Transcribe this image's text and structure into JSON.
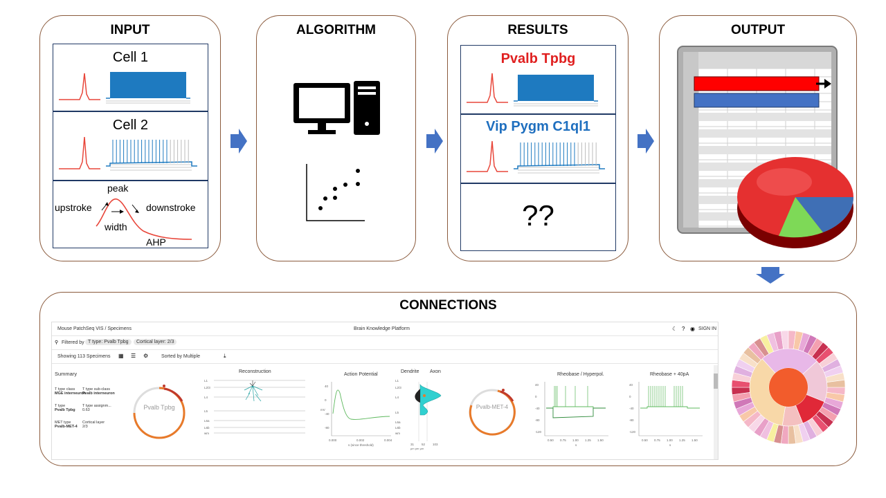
{
  "panels": {
    "input": "INPUT",
    "algorithm": "ALGORITHM",
    "results": "RESULTS",
    "output": "OUTPUT",
    "connections": "CONNECTIONS"
  },
  "input": {
    "cell1": "Cell 1",
    "cell2": "Cell 2",
    "features": {
      "peak": "peak",
      "upstroke": "upstroke",
      "downstroke": "downstroke",
      "width": "width",
      "ahp": "AHP"
    }
  },
  "results": {
    "type1": "Pvalb Tpbg",
    "type2": "Vip Pygm C1ql1",
    "unknown": "??",
    "type1_color": "#e02020",
    "type2_color": "#1f6fbf"
  },
  "colors": {
    "trace_red": "#e8463a",
    "trace_blue": "#1e7ac0",
    "panel_border": "#8a5a3c",
    "arrow_blue": "#4472c4"
  },
  "screenshot": {
    "breadcrumb": "Mouse PatchSeq VIS  /  Specimens",
    "platform": "Brain Knowledge Platform",
    "sign_in": "SIGN IN",
    "filtered_by": "Filtered by",
    "filter1": "T type: Pvalb Tpbg",
    "filter2": "Cortical layer: 2/3",
    "showing": "Showing 113 Specimens",
    "sorted_by": "Sorted by Multiple",
    "summary": "Summary",
    "ttype_class_label": "T type class",
    "ttype_class": "MGE interneuron",
    "ttype_subclass_label": "T type sub-class",
    "ttype_subclass": "Pvalb interneuron",
    "ttype_label": "T type",
    "ttype": "Pvalb Tpbg",
    "ttype_assign_label": "T type assignm...",
    "ttype_assign": "0.63",
    "met_label": "MET type",
    "met": "Pvalb-MET-4",
    "layer_label": "Cortical layer",
    "layer": "2/3",
    "donut1": "Pvalb Tpbg",
    "donut2": "Pvalb-MET-4",
    "reconstruction": "Reconstruction",
    "action_potential": "Action Potential",
    "dendrite": "Dendrite",
    "axon": "Axon",
    "rheo_hyper": "Rheobase / Hyperpol.",
    "rheo_40": "Rheobase + 40pA",
    "layers": [
      "L1",
      "L2/3",
      "L4",
      "L5",
      "L6a",
      "L6b",
      "wm"
    ],
    "ap_ticks_x": [
      "0.000",
      "0.002",
      "0.004"
    ],
    "ap_ticks_y": [
      "40",
      "0",
      "-40",
      "-80"
    ],
    "ap_xlabel": "s (since threshold)",
    "ap_ylabel": "mV",
    "rh_ticks_x": [
      "0.50",
      "0.75",
      "1.00",
      "1.25",
      "1.50"
    ],
    "rh_ticks_y": [
      "40",
      "0",
      "-40",
      "-80",
      "-120"
    ],
    "rh_xlabel": "s",
    "dend_ticks": [
      "31",
      "52",
      "103"
    ],
    "dend_xlabel": "μm per μm"
  }
}
